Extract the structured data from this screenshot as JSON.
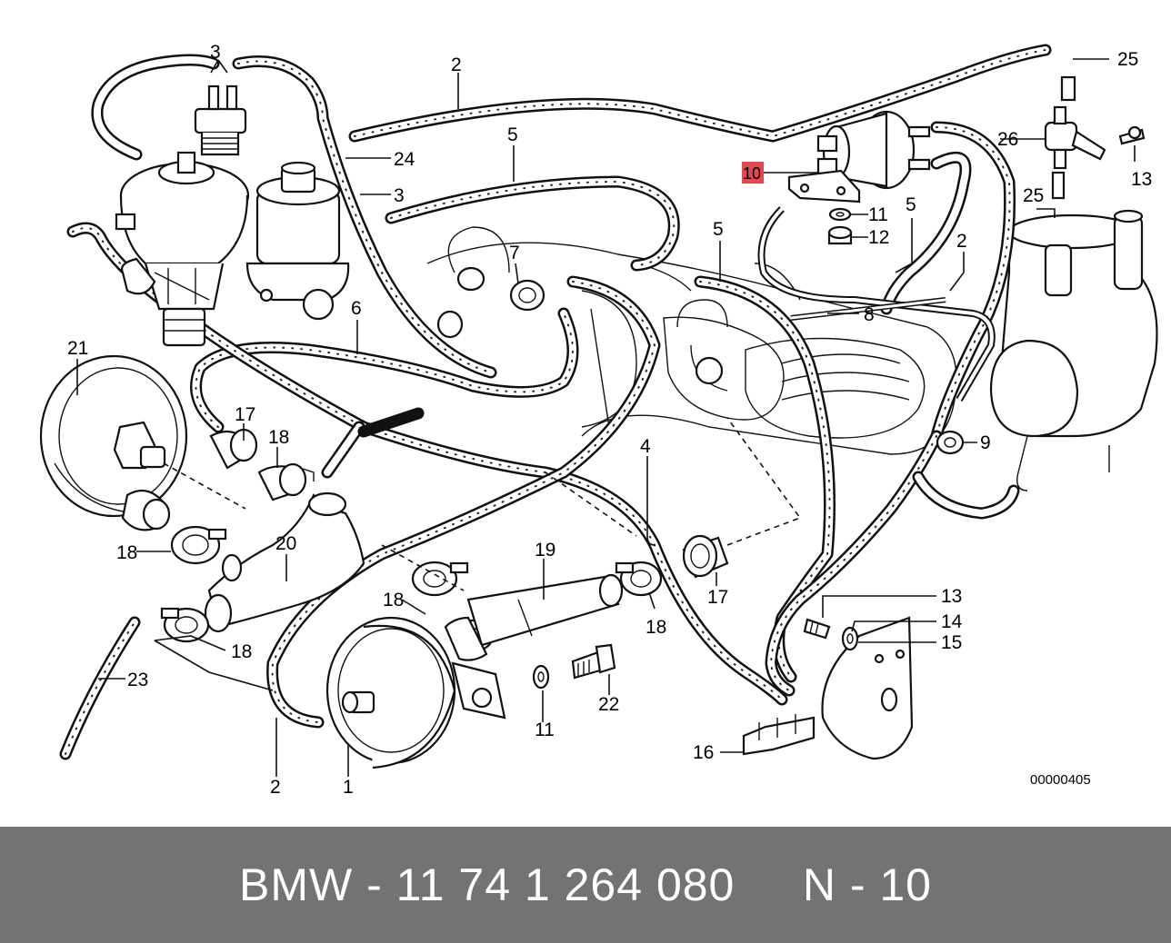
{
  "diagram": {
    "reference_code": "00000405",
    "highlight_color": "#e8464f",
    "callouts": [
      {
        "id": "c3-top",
        "text": "3"
      },
      {
        "id": "c2-top",
        "text": "2"
      },
      {
        "id": "c25-top",
        "text": "25"
      },
      {
        "id": "c24",
        "text": "24"
      },
      {
        "id": "c5-a",
        "text": "5"
      },
      {
        "id": "c3-mid",
        "text": "3"
      },
      {
        "id": "c26",
        "text": "26"
      },
      {
        "id": "c10",
        "text": "10",
        "highlighted": true
      },
      {
        "id": "c13-top",
        "text": "13"
      },
      {
        "id": "c11-top",
        "text": "11"
      },
      {
        "id": "c12",
        "text": "12"
      },
      {
        "id": "c25-mid",
        "text": "25"
      },
      {
        "id": "c5-b",
        "text": "5"
      },
      {
        "id": "c5-c",
        "text": "5"
      },
      {
        "id": "c2-right",
        "text": "2"
      },
      {
        "id": "c7",
        "text": "7"
      },
      {
        "id": "c6",
        "text": "6"
      },
      {
        "id": "c8",
        "text": "8"
      },
      {
        "id": "c21",
        "text": "21"
      },
      {
        "id": "c17-left",
        "text": "17"
      },
      {
        "id": "c18-a",
        "text": "18"
      },
      {
        "id": "c9",
        "text": "9"
      },
      {
        "id": "c4",
        "text": "4"
      },
      {
        "id": "c20",
        "text": "20"
      },
      {
        "id": "c18-b",
        "text": "18"
      },
      {
        "id": "c19",
        "text": "19"
      },
      {
        "id": "c17-right",
        "text": "17"
      },
      {
        "id": "c13-bottom",
        "text": "13"
      },
      {
        "id": "c18-c",
        "text": "18"
      },
      {
        "id": "c18-d",
        "text": "18"
      },
      {
        "id": "c14",
        "text": "14"
      },
      {
        "id": "c15",
        "text": "15"
      },
      {
        "id": "c18-e",
        "text": "18"
      },
      {
        "id": "c23",
        "text": "23"
      },
      {
        "id": "c22",
        "text": "22"
      },
      {
        "id": "c11-bottom",
        "text": "11"
      },
      {
        "id": "c16",
        "text": "16"
      },
      {
        "id": "c2-bottom",
        "text": "2"
      },
      {
        "id": "c1",
        "text": "1"
      }
    ]
  },
  "footer": {
    "text": "BMW - 11 74 1 264 080     N - 10",
    "background": "#737373",
    "color": "#ffffff"
  }
}
